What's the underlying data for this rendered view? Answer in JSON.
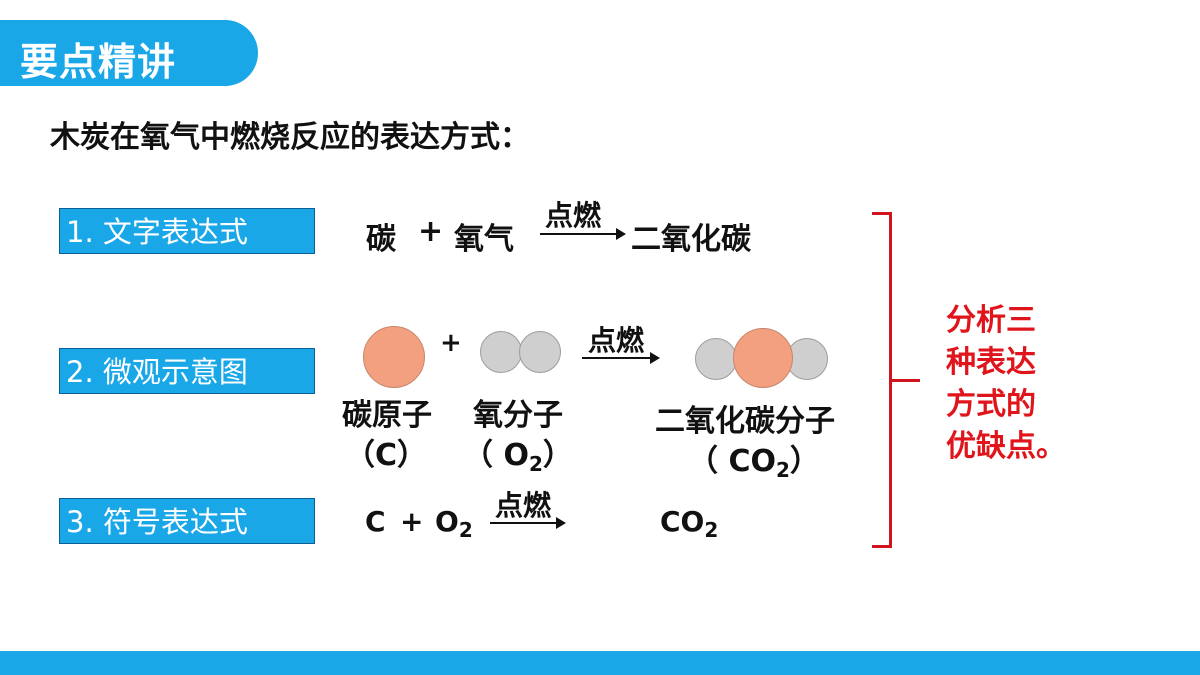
{
  "header": {
    "title": "要点精讲"
  },
  "intro": "木炭在氧气中燃烧反应的表达方式：",
  "rows": {
    "word": {
      "label": "1. 文字表达式",
      "reactant1": "碳",
      "plus": "+",
      "reactant2": "氧气",
      "condition": "点燃",
      "product": "二氧化碳"
    },
    "micro": {
      "label": "2. 微观示意图",
      "plus": "+",
      "condition": "点燃",
      "carbon_name": "碳原子",
      "carbon_formula": "（C）",
      "oxygen_name": "氧分子",
      "oxygen_formula_open": "（ O",
      "oxygen_formula_sub": "2",
      "oxygen_formula_close": "）",
      "co2_name": "二氧化碳分子",
      "co2_formula_open": "（ CO",
      "co2_formula_sub": "2",
      "co2_formula_close": "）",
      "colors": {
        "carbon": "#f2a080",
        "oxygen": "#cfcfcf"
      }
    },
    "symbol": {
      "label": "3. 符号表达式",
      "c": "C",
      "plus": "+",
      "o": "O",
      "o_sub": "2",
      "condition": "点燃",
      "co": "CO",
      "co_sub": "2"
    }
  },
  "analysis": {
    "lines": [
      "分析三",
      "种表达",
      "方式的",
      "优缺点。"
    ]
  },
  "colors": {
    "accent": "#1aa7e8",
    "highlight": "#e0141b"
  }
}
